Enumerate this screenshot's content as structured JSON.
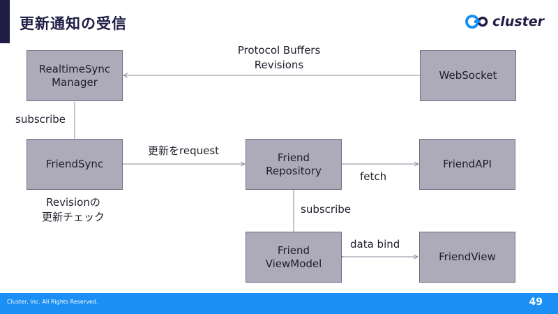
{
  "slide": {
    "title": "更新通知の受信",
    "brand": "cluster",
    "copyright": "Cluster, Inc. All Rights Reserved.",
    "page_number": "49"
  },
  "nodes": {
    "realtime_sync_manager": "RealtimeSync\nManager",
    "websocket": "WebSocket",
    "friend_sync": "FriendSync",
    "friend_repository": "Friend\nRepository",
    "friend_api": "FriendAPI",
    "friend_viewmodel": "Friend\nViewModel",
    "friend_view": "FriendView"
  },
  "edges": {
    "protocol_buffers": "Protocol Buffers\nRevisions",
    "subscribe_top": "subscribe",
    "request_update": "更新をrequest",
    "fetch": "fetch",
    "revision_check": "Revisionの\n更新チェック",
    "subscribe_bottom": "subscribe",
    "data_bind": "data bind"
  },
  "colors": {
    "node_fill": "#adaab9",
    "accent_dark": "#1f1d44",
    "footer_blue": "#1b8ff3"
  }
}
